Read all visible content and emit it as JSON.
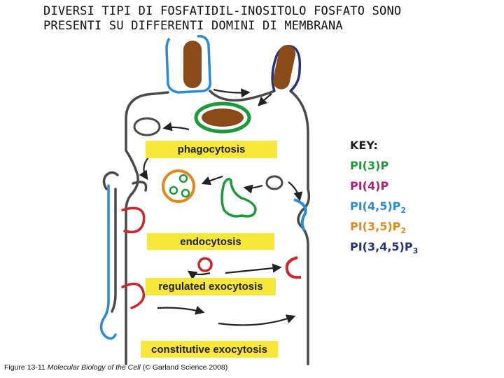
{
  "title": {
    "line1": "DIVERSI TIPI DI FOSFATIDIL-INOSITOLO FOSFATO SONO",
    "line2": "PRESENTI SU DIFFERENTI DOMINI DI MEMBRANA"
  },
  "pathways": {
    "phagocytosis": "phagocytosis",
    "endocytosis": "endocytosis",
    "regulated": "regulated exocytosis",
    "constitutive": "constitutive exocytosis"
  },
  "key": {
    "title": "KEY:",
    "items": [
      {
        "base": "PI(3)P",
        "sub": "",
        "color": "#1a9a3a"
      },
      {
        "base": "PI(4)P",
        "sub": "",
        "color": "#b5197a"
      },
      {
        "base": "PI(4,5)P",
        "sub": "2",
        "color": "#2a8ad8"
      },
      {
        "base": "PI(3,5)P",
        "sub": "2",
        "color": "#e08a1e"
      },
      {
        "base": "PI(3,4,5)P",
        "sub": "3",
        "color": "#26337a"
      }
    ]
  },
  "caption": {
    "figure": "Figure 13-11",
    "book": "Molecular Biology of the Cell",
    "credit": "(© Garland Science 2008)"
  },
  "colors": {
    "membrane": "#4a4a4a",
    "label_background": "#f7e73a",
    "pi3p": "#1a9a3a",
    "pi4p": "#b5197a",
    "pi45p2": "#2a8ad8",
    "pi35p2": "#e08a1e",
    "pi345p3": "#26337a",
    "red_domain": "#c8262b",
    "bacterium": "#8a4a1a"
  }
}
